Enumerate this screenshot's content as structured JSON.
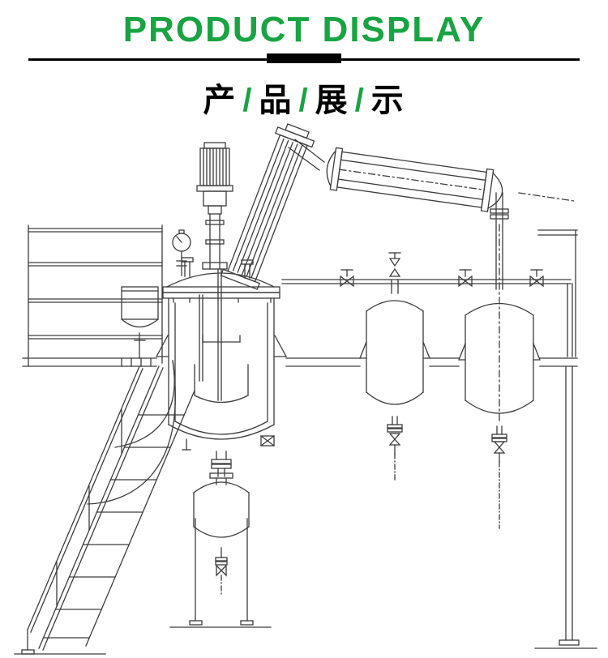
{
  "theme": {
    "accent_color": "#18a442",
    "rule_color": "#000000",
    "diagram_stroke": "#3c3c3c",
    "background_color": "#ffffff"
  },
  "header": {
    "title_en": "PRODUCT DISPLAY",
    "title_zh_chars": [
      "产",
      "品",
      "展",
      "示"
    ],
    "separator": "/"
  },
  "diagram": {
    "name": "reactor-distillation-system-line-drawing",
    "components": [
      "agitator-motor",
      "pressure-gauge",
      "jacketed-reactor-vessel",
      "inclined-condenser-column",
      "horizontal-condenser",
      "receiver-tank-1",
      "receiver-tank-2",
      "bottom-receiver-vessel",
      "operating-platform",
      "staircase",
      "pipe-valves",
      "support-frame"
    ]
  }
}
